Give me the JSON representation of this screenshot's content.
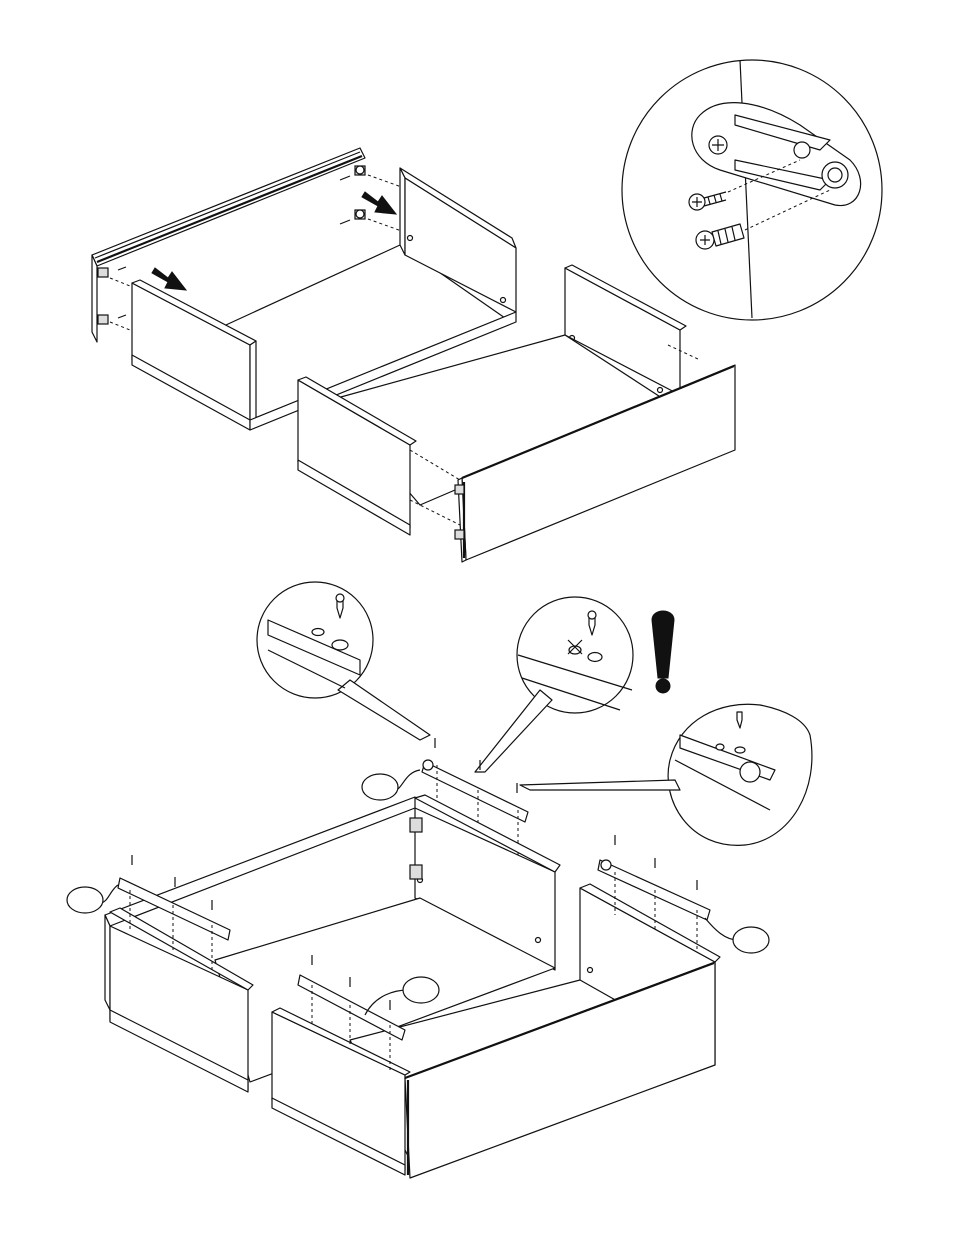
{
  "diagram": {
    "panels": [
      "step-1-join-drawer-sides-to-front",
      "step-2-attach-drawer-runners"
    ],
    "detail_callouts": [
      "cam-fitting-detail",
      "runner-screw-detail",
      "wrong-screw-hole-detail",
      "runner-wheel-detail"
    ],
    "part_labels": [
      "",
      "",
      "",
      ""
    ],
    "warning_symbol": "exclamation-icon",
    "colors": {
      "line": "#111111",
      "background": "#ffffff",
      "shade": "#dddddd"
    }
  }
}
